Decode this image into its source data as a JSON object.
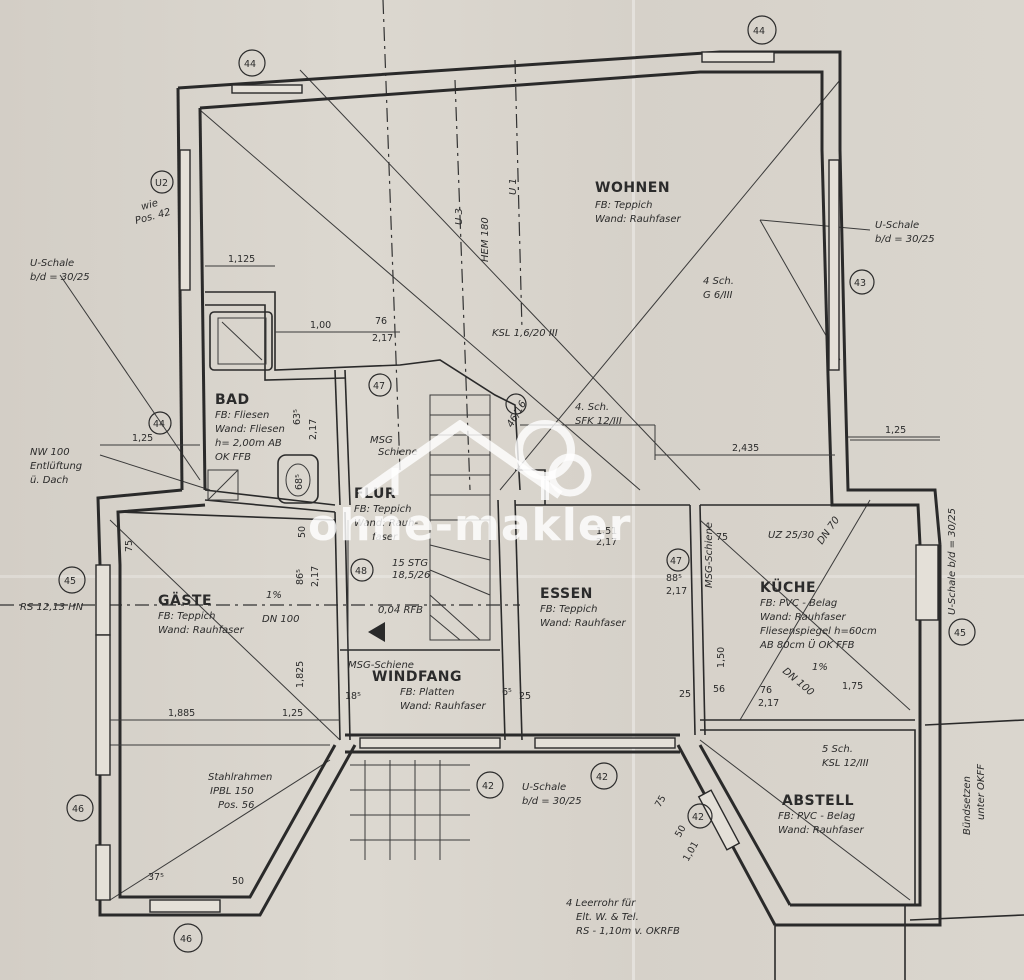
{
  "rooms": {
    "wohnen": {
      "name": "WOHNEN",
      "line1": "FB: Teppich",
      "line2": "Wand: Rauhfaser"
    },
    "bad": {
      "name": "BAD",
      "line1": "FB: Fliesen",
      "line2": "Wand: Fliesen",
      "line3": "h= 2,00m AB",
      "line4": "OK FFB"
    },
    "flur": {
      "name": "FLUR",
      "line1": "FB: Teppich",
      "line2": "Wand: Rauh-",
      "line3": "faser"
    },
    "gaeste": {
      "name": "GÄSTE",
      "line1": "FB: Teppich",
      "line2": "Wand: Rauhfaser"
    },
    "essen": {
      "name": "ESSEN",
      "line1": "FB: Teppich",
      "line2": "Wand: Rauhfaser"
    },
    "kueche": {
      "name": "KÜCHE",
      "line1": "FB: PVC - Belag",
      "line2": "Wand: Rauhfaser",
      "line3": "Fliesenspiegel h=60cm",
      "line4": "AB 80cm Ü OK FFB"
    },
    "windfang": {
      "name": "WINDFANG",
      "line1": "FB: Platten",
      "line2": "Wand: Rauhfaser"
    },
    "abstell": {
      "name": "ABSTELL",
      "line1": "FB: PVC - Belag",
      "line2": "Wand: Rauhfaser"
    }
  },
  "annotations": {
    "u_schale_left": "U-Schale",
    "u_schale_left_2": "b/d = 30/25",
    "u_schale_right": "U-Schale",
    "u_schale_right_2": "b/d = 30/25",
    "u_schale_bottom": "U-Schale",
    "u_schale_bottom_2": "b/d = 30/25",
    "u_schale_vert": "U-Schale b/d = 30/25",
    "wie_pos": "wie",
    "wie_pos_2": "Pos. 42",
    "nw100": "NW 100",
    "nw100_2": "Entlüftung",
    "nw100_3": "ü. Dach",
    "u3": "U 3",
    "hem": "HEM 180",
    "u1": "U 1",
    "ksl_top": "KSL 1,6/20 III",
    "sch4_wohnen": "4 Sch.",
    "sch4_wohnen_2": "G 6/III",
    "sch4_sfk": "4. Sch.",
    "sch4_sfk_2": "SFK 12/III",
    "msg_schiene_1": "MSG",
    "msg_schiene_1b": "Schiene",
    "msg_schiene_2": "MSG-Schiene",
    "msg_schiene_3": "MSG-Schiene",
    "stg": "15 STG",
    "stg_2": "18,5/26",
    "rs": "RS 12,13 HN",
    "dn100_1": "DN 100",
    "dn100_2": "DN 100",
    "dn70": "DN 70",
    "okrfb": "0,04 RFB",
    "uz": "UZ 25/30",
    "sch5": "5 Sch.",
    "sch5_2": "KSL 12/III",
    "stahl": "Stahlrahmen",
    "stahl_2": "IPBL 150",
    "stahl_3": "Pos. 56",
    "leerrohr": "4 Leerrohr für",
    "leerrohr_2": "Elt. W. & Tel.",
    "leerrohr_3": "RS - 1,10m v. OKRFB",
    "bindesetzen": "Bündsetzen",
    "bindesetzen_2": "unter OKFF",
    "pct1": "1%",
    "pct2": "1%",
    "pos4616": "46/16"
  },
  "dimensions": {
    "d1125": "1,125",
    "d100": "1,00",
    "d76a": "76",
    "d217a": "2,17",
    "d635": "63⁵",
    "d217b": "2,17",
    "d68": "68⁵",
    "d125a": "1,25",
    "d125b": "1,25",
    "d125c": "1,25",
    "d75a": "75",
    "d50a": "50",
    "d865": "86⁵",
    "d217c": "2,17",
    "d1825": "1,825",
    "d1885": "1,885",
    "d2435": "2,435",
    "d151": "1,51",
    "d217d": "2,17",
    "d885": "88⁵",
    "d217e": "2,17",
    "d75b": "75",
    "d150": "1,50",
    "d56": "56",
    "d76b": "76",
    "d217f": "2,17",
    "d175": "1,75",
    "d185": "18⁵",
    "d65": "6⁵",
    "d25a": "25",
    "d25b": "25",
    "d375": "37⁵",
    "d50b": "50",
    "d75c": "75",
    "d101": "1,01",
    "d50c": "50"
  },
  "positions": {
    "p44a": "44",
    "p44b": "44",
    "p44c": "44",
    "p42a": "42",
    "p42b": "42",
    "p42c": "42",
    "p43": "43",
    "p47a": "47",
    "p47b": "47",
    "p48": "48",
    "p45a": "45",
    "p45b": "45",
    "p46a": "46",
    "p46b": "46",
    "pU2": "U2"
  },
  "watermark": {
    "text": "ohne-makler"
  }
}
